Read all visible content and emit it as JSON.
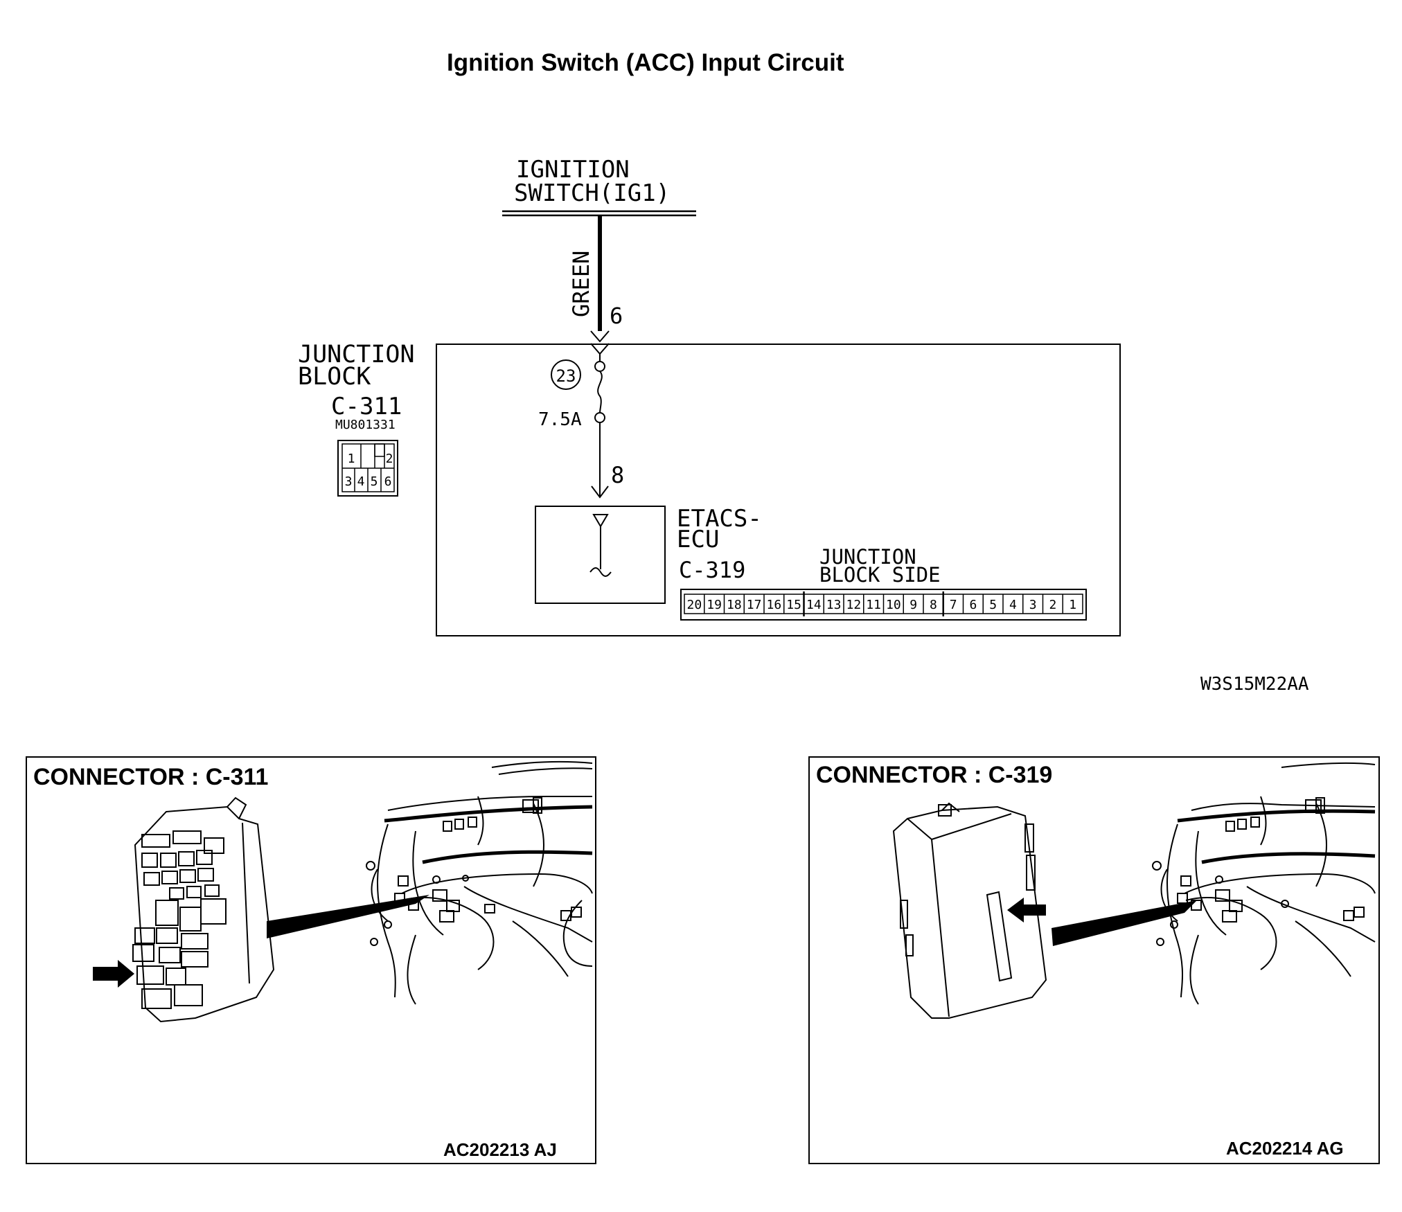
{
  "title": "Ignition Switch (ACC) Input Circuit",
  "schematic": {
    "power_source": {
      "line1": "IGNITION",
      "line2": "SWITCH(IG1)"
    },
    "wire_color": "GREEN",
    "terminal_top": "6",
    "terminal_bottom": "8",
    "fuse_number": "23",
    "fuse_rating": "7.5A",
    "junction_block": {
      "line1": "JUNCTION",
      "line2": "BLOCK",
      "connector": "C-311",
      "part_number": "MU801331",
      "pins_top": [
        "1",
        "2"
      ],
      "pins_bottom": [
        "3",
        "4",
        "5",
        "6"
      ]
    },
    "ecu": {
      "line1": "ETACS-",
      "line2": "ECU",
      "connector": "C-319"
    },
    "jb_side": {
      "line1": "JUNCTION",
      "line2": "BLOCK SIDE",
      "pins": [
        "20",
        "19",
        "18",
        "17",
        "16",
        "15",
        "14",
        "13",
        "12",
        "11",
        "10",
        "9",
        "8",
        "7",
        "6",
        "5",
        "4",
        "3",
        "2",
        "1"
      ]
    },
    "figure_code": "W3S15M22AA"
  },
  "photos": [
    {
      "label": "CONNECTOR : C-311",
      "code": "AC202213 AJ"
    },
    {
      "label": "CONNECTOR : C-319",
      "code": "AC202214 AG"
    }
  ]
}
